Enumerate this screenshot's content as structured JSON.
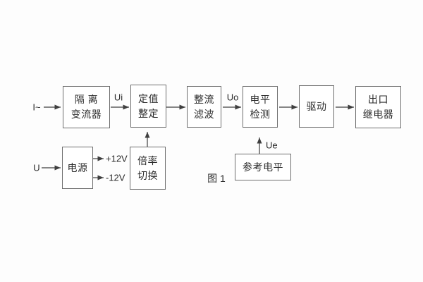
{
  "figure": {
    "caption": "图 1"
  },
  "inputs": {
    "current": "I~",
    "voltage": "U"
  },
  "signal_labels": {
    "ui": "Ui",
    "uo": "Uo",
    "ue": "Ue",
    "plus_12v": "+12V",
    "minus_12v": "-12V"
  },
  "blocks": {
    "isolation_transformer": {
      "line1": "隔 离",
      "line2": "变流器"
    },
    "setting_adjust": {
      "line1": "定值",
      "line2": "整定"
    },
    "rectify_filter": {
      "line1": "整流",
      "line2": "滤波"
    },
    "level_detect": {
      "line1": "电平",
      "line2": "检测"
    },
    "drive": {
      "line1": "驱动"
    },
    "output_relay": {
      "line1": "出口",
      "line2": "继电器"
    },
    "power_supply": {
      "line1": "电源"
    },
    "ratio_switch": {
      "line1": "倍率",
      "line2": "切换"
    },
    "reference_level": {
      "line1": "参考电平"
    }
  },
  "colors": {
    "background": "#fdfdfd",
    "box_fill": "#ffffff",
    "box_border": "#6e6e6e",
    "line": "#3f3f3f",
    "text": "#2b2b2b"
  }
}
